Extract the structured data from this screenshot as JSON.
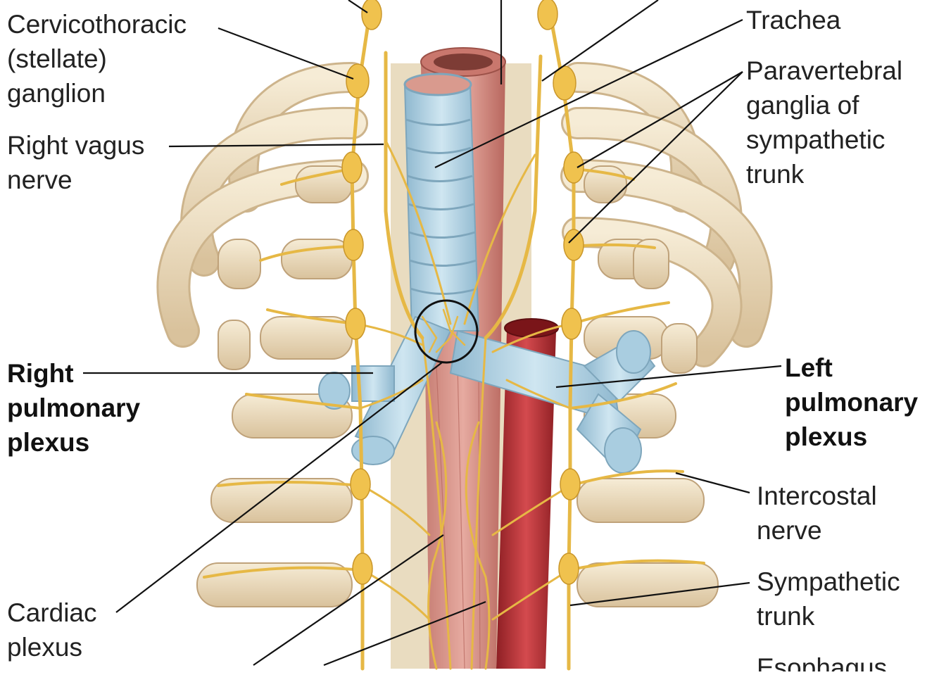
{
  "figure": {
    "colors": {
      "bone": "#efe1c4",
      "bone_shadow": "#cdb48c",
      "nerve": "#e6b845",
      "ganglion": "#f0c24e",
      "trachea": "#b9d8e8",
      "esophagus": "#d99a8e",
      "aorta": "#b92f33",
      "leader_line": "#111111"
    },
    "labels": {
      "stellate": [
        "Cervicothoracic",
        "(stellate)",
        "ganglion"
      ],
      "right_vagus": [
        "Right vagus",
        "nerve"
      ],
      "right_pulmonary": [
        "Right",
        "pulmonary",
        "plexus"
      ],
      "cardiac": [
        "Cardiac",
        "plexus"
      ],
      "trachea": [
        "Trachea"
      ],
      "paravertebral": [
        "Paravertebral",
        "ganglia of",
        "sympathetic",
        "trunk"
      ],
      "left_pulmonary": [
        "Left",
        "pulmonary",
        "plexus"
      ],
      "intercostal": [
        "Intercostal",
        "nerve"
      ],
      "sympathetic_trunk": [
        "Sympathetic",
        "trunk"
      ],
      "esophagus_partial": [
        "Esophagus"
      ]
    }
  }
}
